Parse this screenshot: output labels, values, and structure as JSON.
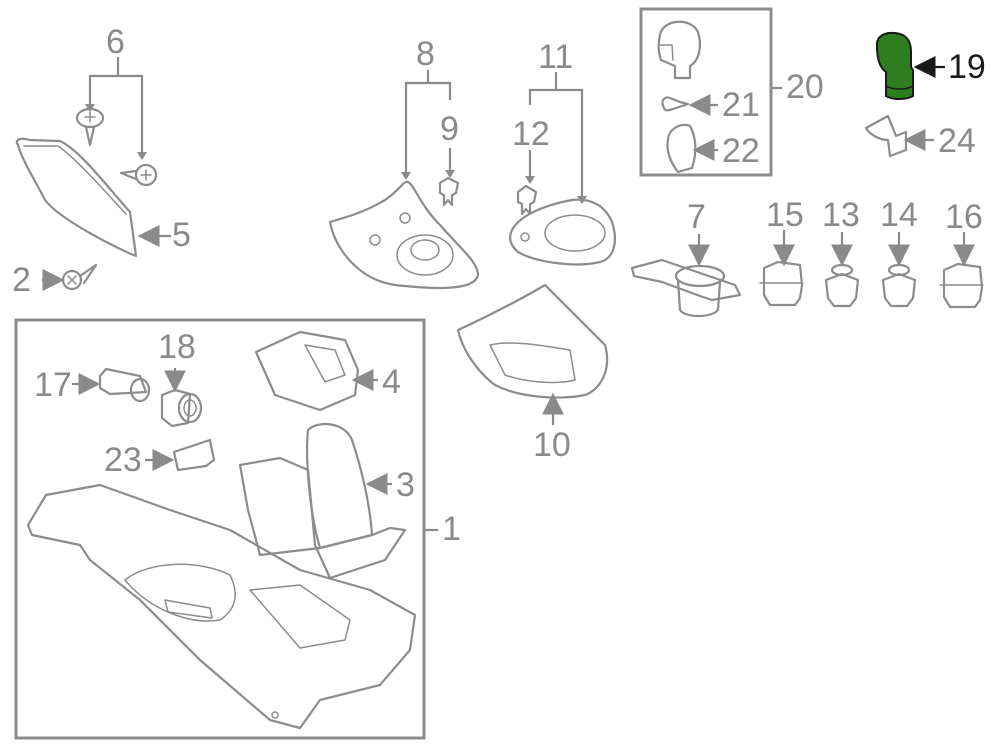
{
  "diagram": {
    "type": "exploded-parts-diagram",
    "subject": "center console assembly",
    "highlight_color": "#2e7d1f",
    "highlighted_part": "19",
    "callouts": [
      {
        "id": "c1",
        "label": "1"
      },
      {
        "id": "c2",
        "label": "2"
      },
      {
        "id": "c3",
        "label": "3"
      },
      {
        "id": "c4",
        "label": "4"
      },
      {
        "id": "c5",
        "label": "5"
      },
      {
        "id": "c6",
        "label": "6"
      },
      {
        "id": "c7",
        "label": "7"
      },
      {
        "id": "c8",
        "label": "8"
      },
      {
        "id": "c9",
        "label": "9"
      },
      {
        "id": "c10",
        "label": "10"
      },
      {
        "id": "c11",
        "label": "11"
      },
      {
        "id": "c12",
        "label": "12"
      },
      {
        "id": "c13",
        "label": "13"
      },
      {
        "id": "c14",
        "label": "14"
      },
      {
        "id": "c15",
        "label": "15"
      },
      {
        "id": "c16",
        "label": "16"
      },
      {
        "id": "c17",
        "label": "17"
      },
      {
        "id": "c18",
        "label": "18"
      },
      {
        "id": "c19",
        "label": "19"
      },
      {
        "id": "c20",
        "label": "20"
      },
      {
        "id": "c21",
        "label": "21"
      },
      {
        "id": "c22",
        "label": "22"
      },
      {
        "id": "c23",
        "label": "23"
      },
      {
        "id": "c24",
        "label": "24"
      }
    ]
  }
}
